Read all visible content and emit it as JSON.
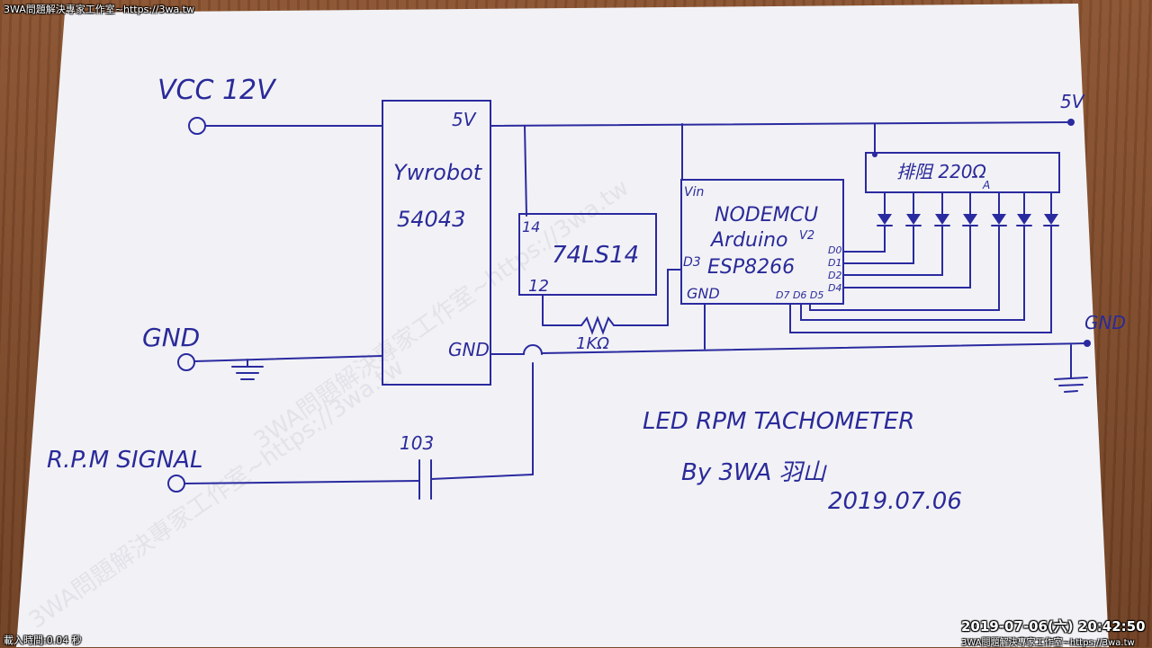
{
  "overlay": {
    "top_left": "3WA問題解決專家工作室~https://3wa.tw",
    "bottom_left": "載入時間:0.04 秒",
    "timestamp": "2019-07-06(六) 20:42:50",
    "bottom_right": "3WA問題解決專家工作室~https://3wa.tw",
    "watermark": "3WA問題解決專家工作室~https://3wa.tw"
  },
  "schematic": {
    "vcc_label": "VCC 12V",
    "gnd_left_label": "GND",
    "rpm_signal_label": "R.P.M  SIGNAL",
    "regulator": {
      "name": "Ywrobot",
      "model": "54043",
      "pin_5v": "5V",
      "pin_gnd": "GND"
    },
    "schmitt": {
      "name": "74LS14",
      "pin_14": "14",
      "pin_12": "12"
    },
    "resistor_label": "1KΩ",
    "capacitor_label": "103",
    "mcu": {
      "line1": "NODEMCU",
      "line2": "Arduino",
      "version": "V2",
      "line3": "ESP8266",
      "pin_vin": "Vin",
      "pin_gnd": "GND",
      "pin_d3": "D3",
      "pin_d0": "D0",
      "pin_d1": "D1",
      "pin_d2": "D2",
      "pin_d4": "D4",
      "pins_bottom": "D7 D6 D5"
    },
    "resistor_array": {
      "label": "排阻 220Ω",
      "sub": "A"
    },
    "rail_5v": "5V",
    "gnd_right_label": "GND"
  },
  "title": {
    "line1": "LED  RPM  TACHOMETER",
    "line2": "By 3WA 羽山",
    "date": "2019.07.06"
  }
}
